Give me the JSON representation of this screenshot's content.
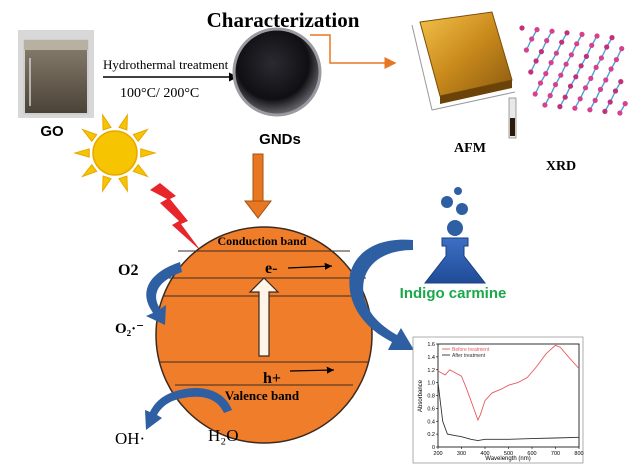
{
  "title": "Characterization",
  "labels": {
    "go": "GO",
    "gnds": "GNDs",
    "treatment_line1": "Hydrothermal treatment",
    "treatment_line2": "100°C/ 200°C",
    "afm": "AFM",
    "xrd": "XRD",
    "conduction_band": "Conduction band",
    "valence_band": "Valence band",
    "electron": "e-",
    "hole": "h+",
    "o2": "O2",
    "superoxide": "O₂·⁻",
    "hydroxyl": "OH·",
    "water": "H₂O",
    "dye": "Indigo carmine"
  },
  "colors": {
    "sphere": "#f07d2a",
    "arrow_blue": "#2e5fa3",
    "arrow_orange": "#e87722",
    "dye_label": "#1aa84a",
    "sun": "#f6c400",
    "bolt": "#e8262a",
    "red_curve": "#e85a63",
    "black_curve": "#333333"
  },
  "inset_chart": {
    "chart_data": {
      "type": "line",
      "title": "",
      "xlabel": "Wavelength (nm)",
      "ylabel": "Absorbance",
      "xlim": [
        200,
        800
      ],
      "ylim": [
        0,
        1.6
      ],
      "x_ticks": [
        "200",
        "300",
        "400",
        "500",
        "600",
        "700",
        "800"
      ],
      "y_ticks": [
        "0",
        "0.2",
        "0.4",
        "0.6",
        "0.8",
        "1.0",
        "1.2",
        "1.4",
        "1.6"
      ],
      "legend_position": "top-left",
      "series": [
        {
          "name": "Before treatment",
          "color": "#e85a63",
          "points": [
            [
              200,
              1.18
            ],
            [
              230,
              1.12
            ],
            [
              250,
              1.2
            ],
            [
              280,
              1.14
            ],
            [
              300,
              1.1
            ],
            [
              320,
              0.92
            ],
            [
              350,
              0.62
            ],
            [
              370,
              0.42
            ],
            [
              380,
              0.5
            ],
            [
              400,
              0.72
            ],
            [
              430,
              0.84
            ],
            [
              470,
              0.9
            ],
            [
              500,
              0.96
            ],
            [
              540,
              1.0
            ],
            [
              580,
              1.08
            ],
            [
              620,
              1.25
            ],
            [
              660,
              1.45
            ],
            [
              700,
              1.58
            ],
            [
              720,
              1.55
            ],
            [
              760,
              1.38
            ],
            [
              800,
              1.22
            ]
          ]
        },
        {
          "name": "After treatment",
          "color": "#333333",
          "points": [
            [
              200,
              1.0
            ],
            [
              220,
              0.4
            ],
            [
              240,
              0.2
            ],
            [
              270,
              0.18
            ],
            [
              300,
              0.16
            ],
            [
              340,
              0.12
            ],
            [
              370,
              0.1
            ],
            [
              400,
              0.12
            ],
            [
              450,
              0.12
            ],
            [
              500,
              0.12
            ],
            [
              600,
              0.13
            ],
            [
              700,
              0.14
            ],
            [
              800,
              0.15
            ]
          ]
        }
      ]
    }
  }
}
